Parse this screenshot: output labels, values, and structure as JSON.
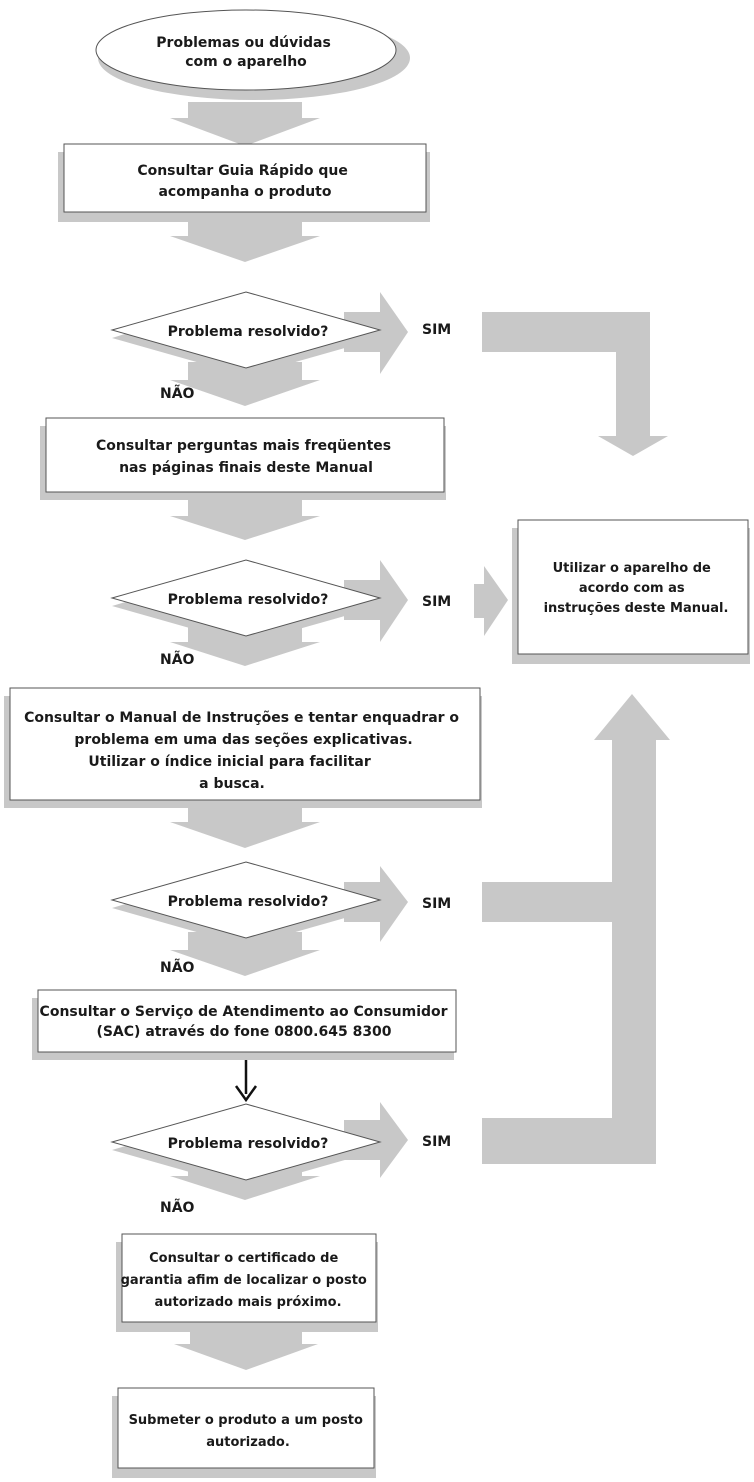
{
  "colors": {
    "arrow": "#c8c8c8",
    "shadow": "#c8c8c8",
    "box_border": "#555555",
    "box_fill": "#ffffff",
    "text": "#1a1a1a",
    "connector": "#111111"
  },
  "nodes": {
    "start": {
      "lines": [
        "Problemas ou dúvidas",
        "com o aparelho"
      ]
    },
    "guide": {
      "lines": [
        "Consultar Guia Rápido que",
        "acompanha o produto"
      ]
    },
    "decision_1": {
      "lines": [
        "Problema resolvido?"
      ]
    },
    "faq": {
      "lines": [
        "Consultar perguntas mais freqüentes",
        "nas páginas finais deste Manual"
      ]
    },
    "decision_2": {
      "lines": [
        "Problema resolvido?"
      ]
    },
    "use_device": {
      "lines": [
        "Utilizar o aparelho de",
        "acordo com as",
        "instruções deste Manual."
      ]
    },
    "manual": {
      "lines": [
        "Consultar o Manual de Instruções e tentar enquadrar o",
        "problema em uma das seções explicativas.",
        "Utilizar o índice inicial para facilitar",
        "a busca."
      ]
    },
    "decision_3": {
      "lines": [
        "Problema resolvido?"
      ]
    },
    "sac": {
      "lines": [
        "Consultar o Serviço de Atendimento ao Consumidor",
        "(SAC) através do fone 0800.645 8300"
      ]
    },
    "decision_4": {
      "lines": [
        "Problema resolvido?"
      ]
    },
    "certificate": {
      "lines": [
        "Consultar o certificado de",
        "garantia afim de localizar o posto",
        "autorizado mais próximo."
      ]
    },
    "service": {
      "lines": [
        "Submeter o produto a um posto",
        "autorizado."
      ]
    }
  },
  "labels": {
    "yes": "SIM",
    "no": "NÃO"
  }
}
